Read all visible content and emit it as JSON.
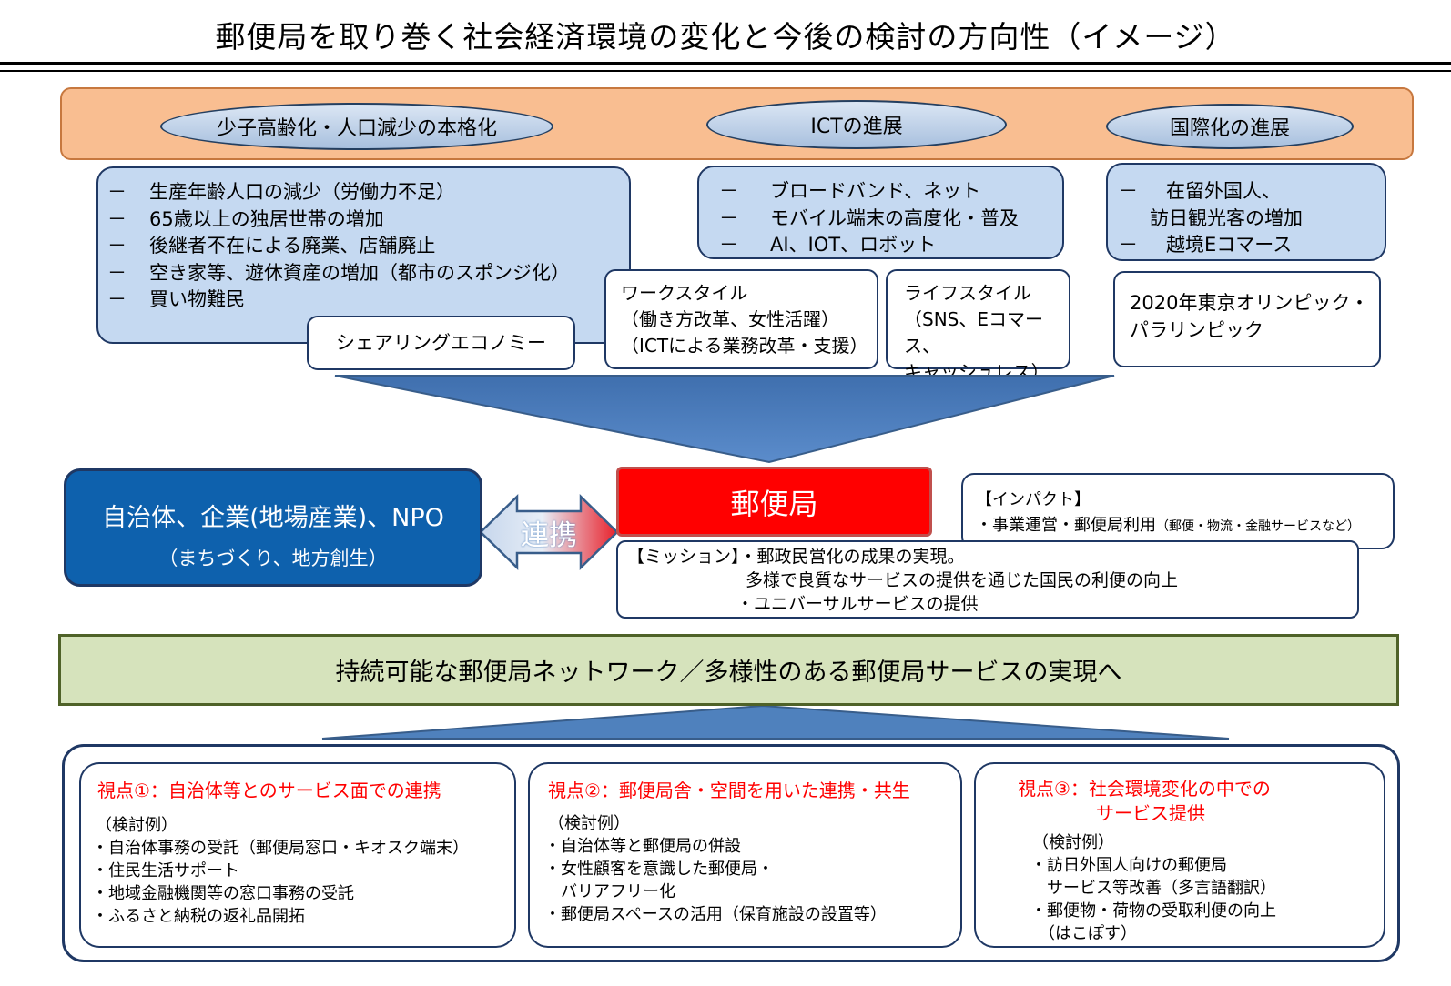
{
  "title": "郵便局を取り巻く社会経済環境の変化と今後の検討の方向性（イメージ）",
  "trends": [
    {
      "label": "少子高齢化・人口減少の本格化"
    },
    {
      "label": "ICTの進展"
    },
    {
      "label": "国際化の進展"
    }
  ],
  "trend_details": {
    "aging": [
      "生産年齢人口の減少（労働力不足）",
      "65歳以上の独居世帯の増加",
      "後継者不在による廃業、店舗廃止",
      "空き家等、遊休資産の増加（都市のスポンジ化）",
      "買い物難民"
    ],
    "ict": [
      "ブロードバンド、ネット",
      "モバイル端末の高度化・普及",
      "AI、IOT、ロボット"
    ],
    "intl": [
      "在留外国人、",
      "訪日観光客の増加",
      "越境Eコマース"
    ],
    "bullet": "－"
  },
  "sub_boxes": {
    "sharing": "シェアリングエコノミー",
    "workstyle": [
      "ワークスタイル",
      "（働き方改革、女性活躍）",
      "（ICTによる業務改革・支援）"
    ],
    "lifestyle": [
      "ライフスタイル",
      "（SNS、Eコマース、",
      "キャッシュレス）"
    ],
    "olympics": [
      "2020年東京オリンピック・",
      "パラリンピック"
    ]
  },
  "partners": {
    "line1": "自治体、企業(地場産業)、NPO",
    "line2": "（まちづくり、地方創生）"
  },
  "collaboration_label": "連携",
  "post_office": "郵便局",
  "impact": {
    "heading": "【インパクト】",
    "line": "・事業運営・郵便局利用",
    "note": "（郵便・物流・金融サービスなど）"
  },
  "mission": {
    "heading": "【ミッション】",
    "line1": "・郵政民営化の成果の実現。",
    "line2": "多様で良質なサービスの提供を通じた国民の利便の向上",
    "line3": "・ユニバーサルサービスの提供"
  },
  "goal": "持続可能な郵便局ネットワーク／多様性のある郵便局サービスの実現へ",
  "viewpoints": [
    {
      "title": "視点①：自治体等とのサービス面での連携",
      "sub": "（検討例）",
      "items": [
        "・自治体事務の受託（郵便局窓口・キオスク端末）",
        "・住民生活サポート",
        "・地域金融機関等の窓口事務の受託",
        "・ふるさと納税の返礼品開拓"
      ]
    },
    {
      "title": "視点②：郵便局舎・空間を用いた連携・共生",
      "sub": "（検討例）",
      "items": [
        "・自治体等と郵便局の併設",
        "・女性顧客を意識した郵便局・",
        "　バリアフリー化",
        "・郵便局スペースの活用（保育施設の設置等）"
      ]
    },
    {
      "title_line1": "視点③：社会環境変化の中での",
      "title_line2": "サービス提供",
      "sub": "（検討例）",
      "items": [
        "・訪日外国人向けの郵便局",
        "　サービス等改善（多言語翻訳）",
        "・郵便物・荷物の受取利便の向上",
        "　（はこぽす）"
      ]
    }
  ],
  "colors": {
    "band": "#f9be91",
    "ellipse": "#b8cde6",
    "box": "#c5d9f1",
    "partners": "#0e61ad",
    "post_office": "#ff0000",
    "goal": "#d6e3bc",
    "arrow": "#4f81bd",
    "viewpoint_title": "#ff0000"
  }
}
